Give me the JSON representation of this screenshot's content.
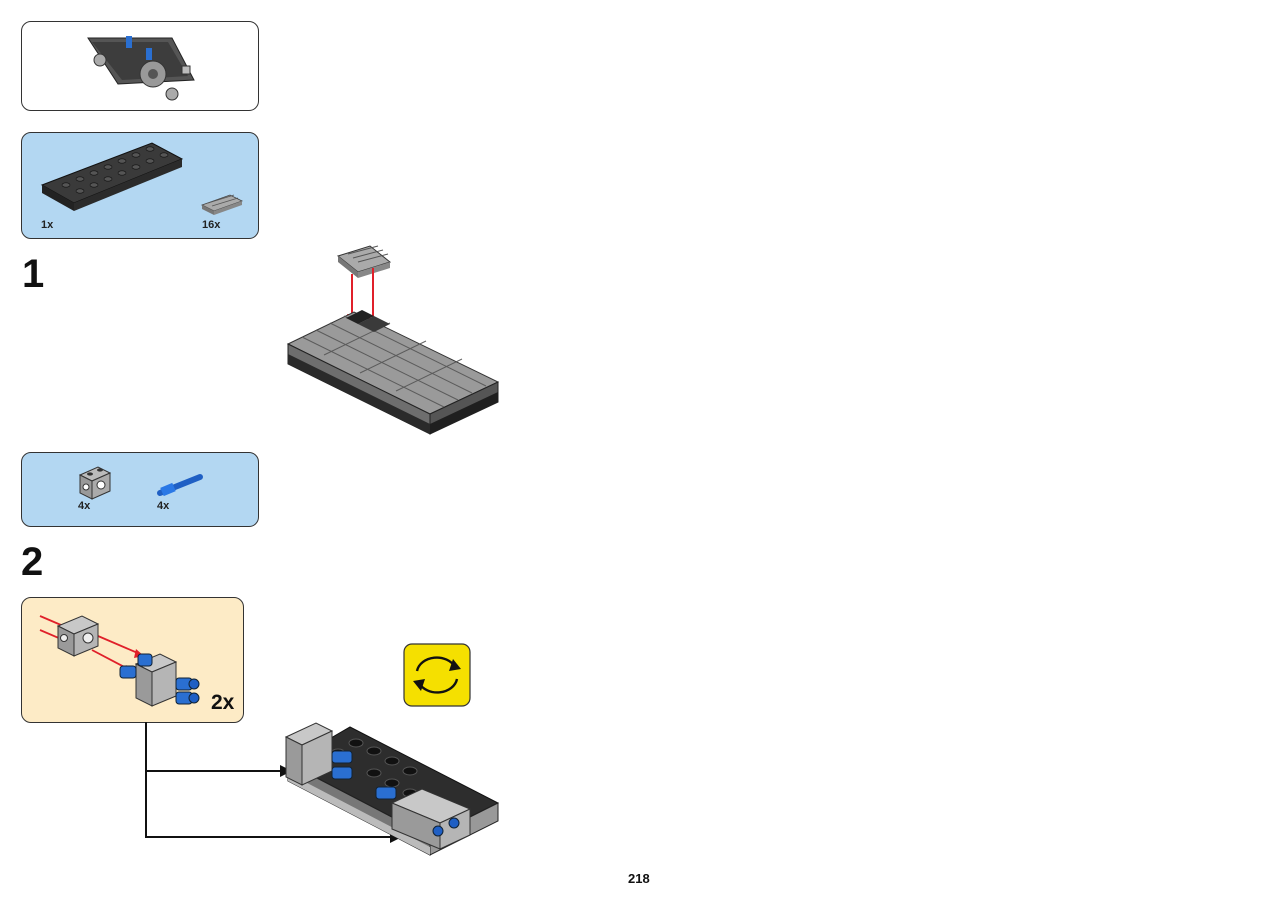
{
  "page": {
    "number": "218"
  },
  "preview": {
    "icon": "vehicle-chassis-preview"
  },
  "step1": {
    "number": "1",
    "parts": [
      {
        "name": "plate-4x8-dark-gray",
        "qty": "1x"
      },
      {
        "name": "tile-1x2-grille-light-gray",
        "qty": "16x"
      }
    ]
  },
  "step2": {
    "number": "2",
    "parts": [
      {
        "name": "technic-brick-1x2-light-gray",
        "qty": "4x"
      },
      {
        "name": "technic-pin-blue",
        "qty": "4x"
      }
    ],
    "subassembly": {
      "multiplier": "2x"
    },
    "rotate_icon": "rotate-model-icon",
    "colors": {
      "rotate_bg": "#f5e000",
      "callout_bg": "#fdebc6",
      "parts_bg": "#b3d7f2",
      "arrow": "#e0202a"
    }
  }
}
